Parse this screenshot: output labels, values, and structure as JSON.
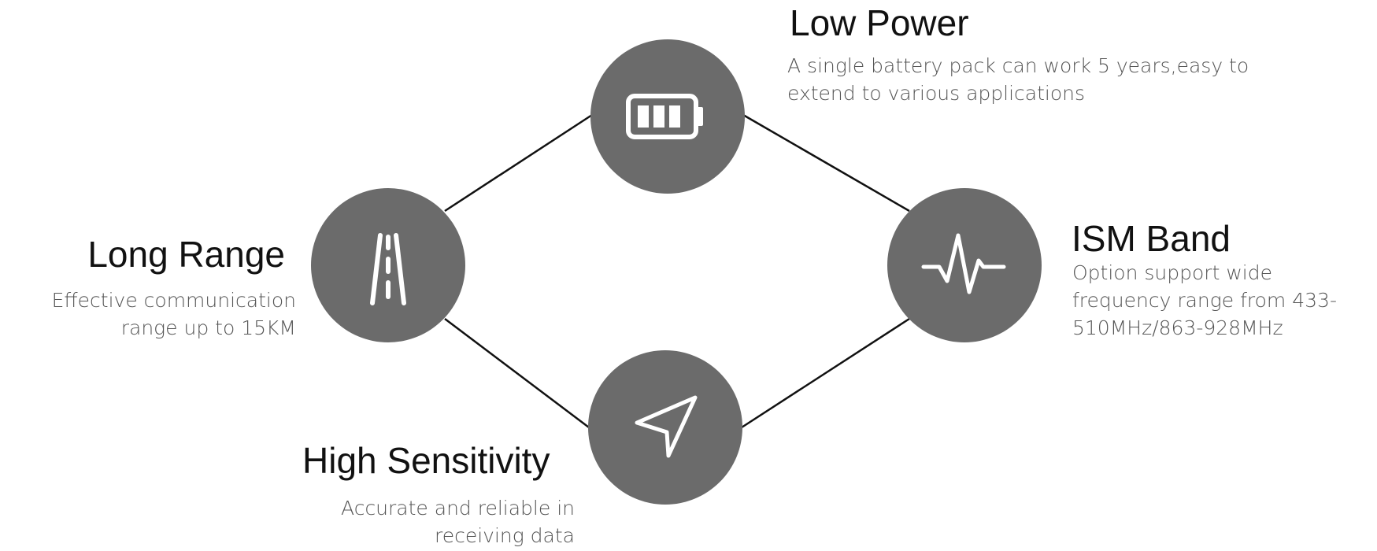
{
  "features": {
    "low_power": {
      "title": "Low Power",
      "description": "A single battery pack can work 5 years,easy to extend to various applications",
      "icon": "battery-icon"
    },
    "long_range": {
      "title": "Long Range",
      "description": "Effective communication range up to 15KM",
      "icon": "road-icon"
    },
    "ism_band": {
      "title": "ISM Band",
      "description": "Option support wide frequency range from 433-510MHz/863-928MHz",
      "icon": "waveform-icon"
    },
    "high_sensitivity": {
      "title": "High Sensitivity",
      "description": "Accurate and reliable in receiving data",
      "icon": "navigation-arrow-icon"
    }
  },
  "colors": {
    "node_fill": "#6b6b6b",
    "icon_stroke": "#ffffff",
    "connector": "#111111",
    "title_text": "#111111",
    "description_text": "#555555"
  }
}
